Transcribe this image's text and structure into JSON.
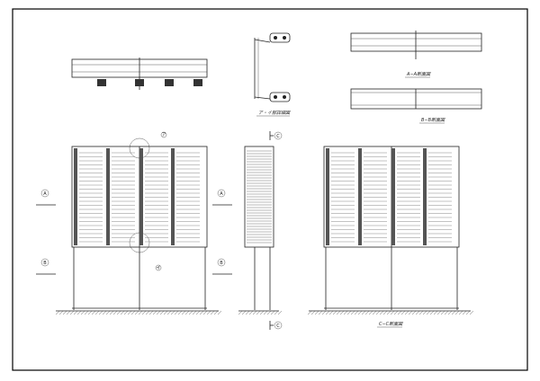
{
  "labels": {
    "detail": "ア・イ部詳細図",
    "section_aa": "A−A断面図",
    "section_bb": "B−B断面図",
    "section_cc": "C−C断面図"
  },
  "markers": {
    "a": "A",
    "b": "B",
    "c": "C",
    "detail_a": "ア",
    "detail_i": "イ"
  }
}
